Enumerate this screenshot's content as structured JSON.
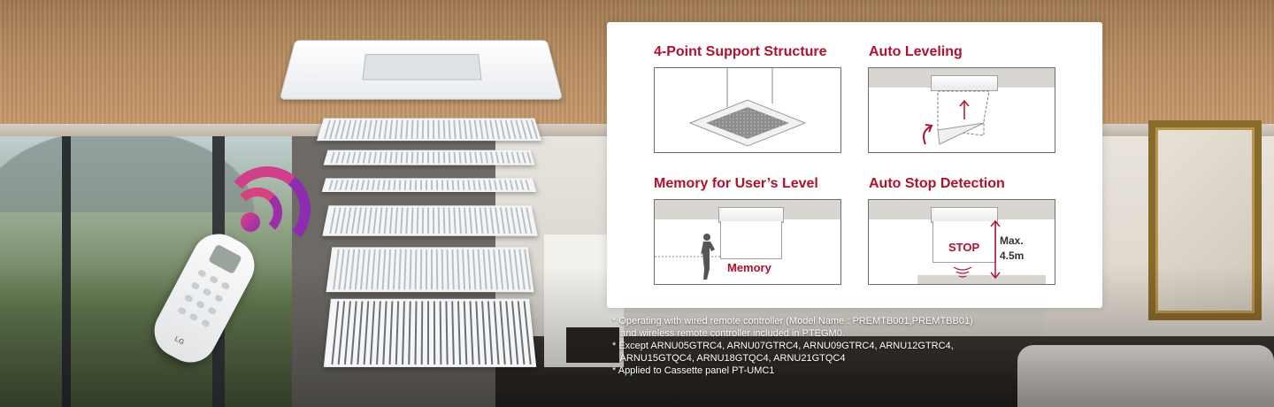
{
  "colors": {
    "accent": "#b0112f",
    "wifi_start": "#e0457e",
    "wifi_end": "#8e2bb0"
  },
  "features": [
    {
      "title": "4-Point Support Structure"
    },
    {
      "title": "Auto Leveling"
    },
    {
      "title": "Memory for User’s Level",
      "label": "Memory"
    },
    {
      "title": "Auto Stop Detection",
      "stop_label": "STOP",
      "max_label_1": "Max.",
      "max_label_2": "4.5m"
    }
  ],
  "remote": {
    "brand": "LG"
  },
  "notes": [
    "* Operating with wired remote controller (Model Name : PREMTB001,PREMTBB01)",
    "   and wireless remote controller included in PTEGM0.",
    "* Except ARNU05GTRC4, ARNU07GTRC4, ARNU09GTRC4, ARNU12GTRC4,",
    "   ARNU15GTQC4, ARNU18GTQC4, ARNU21GTQC4",
    "* Applied to Cassette panel PT-UMC1"
  ],
  "icons": [
    "wifi-signal-icon",
    "up-arrow-icon",
    "curved-arrow-icon",
    "person-icon",
    "sound-wave-icon"
  ]
}
